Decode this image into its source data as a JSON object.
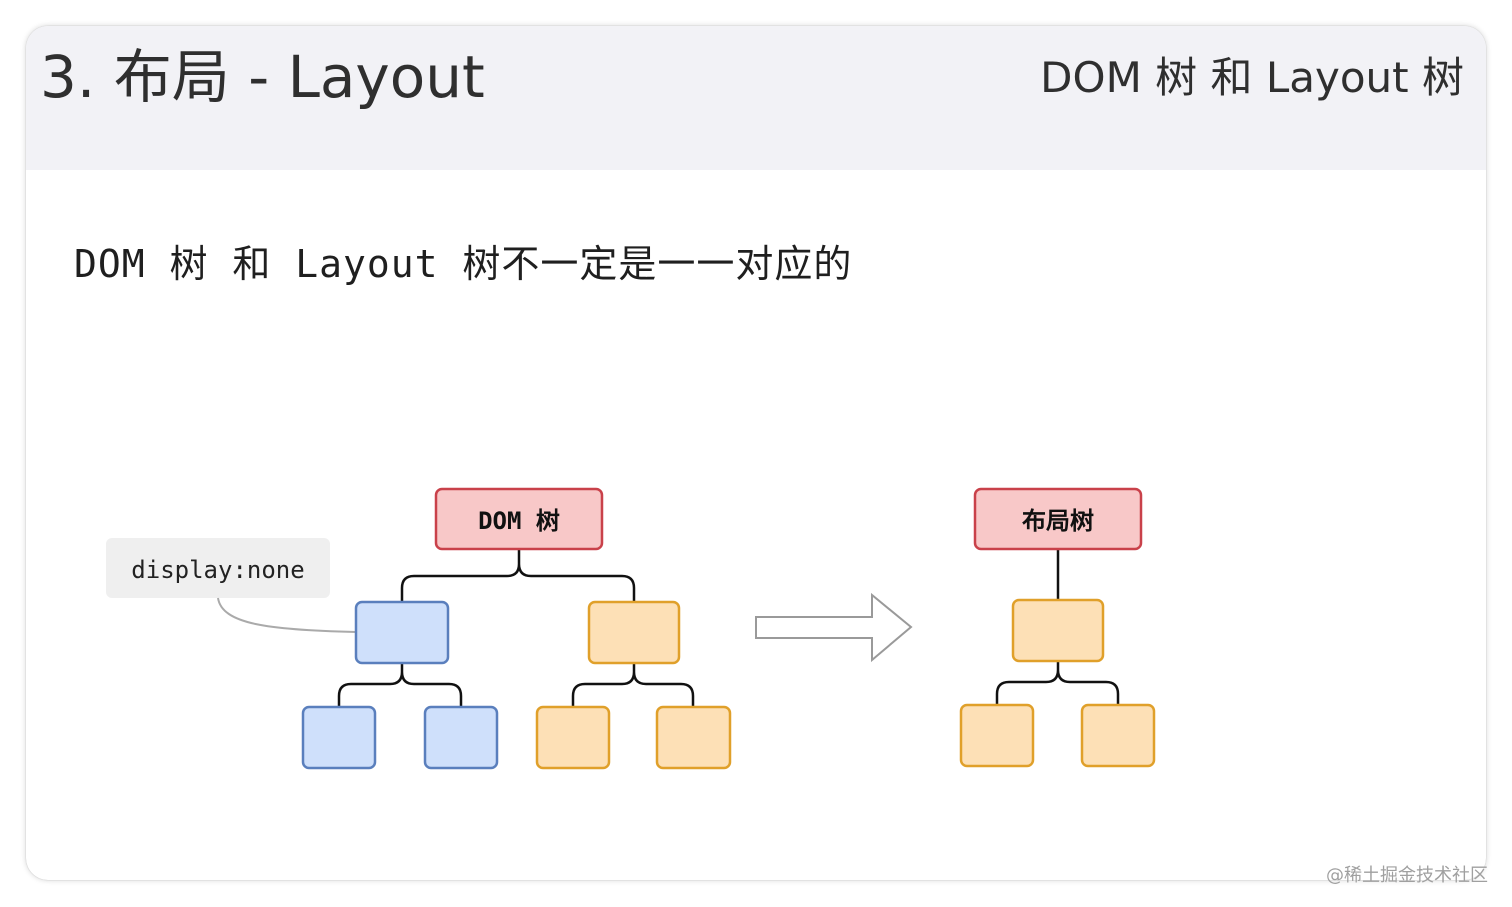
{
  "slide": {
    "title": "3. 布局 - Layout",
    "subtitle": "DOM 树 和 Layout 树",
    "statement": "DOM 树 和 Layout 树不一定是一一对应的"
  },
  "diagram": {
    "dom_tree": {
      "root_label": "DOM 树",
      "callout_label": "display:none"
    },
    "layout_tree": {
      "root_label": "布局树"
    }
  },
  "colors": {
    "header_bg": "#f2f2f6",
    "root_fill": "#f8c8c8",
    "root_stroke": "#c9414a",
    "blue_fill": "#cfe0fb",
    "blue_stroke": "#5a7fbd",
    "orange_fill": "#fde0b6",
    "orange_stroke": "#e0a02a",
    "callout_bg": "#efefef",
    "connector": "#111111",
    "arrow_stroke": "#9a9a9a"
  },
  "watermark": "@稀土掘金技术社区"
}
